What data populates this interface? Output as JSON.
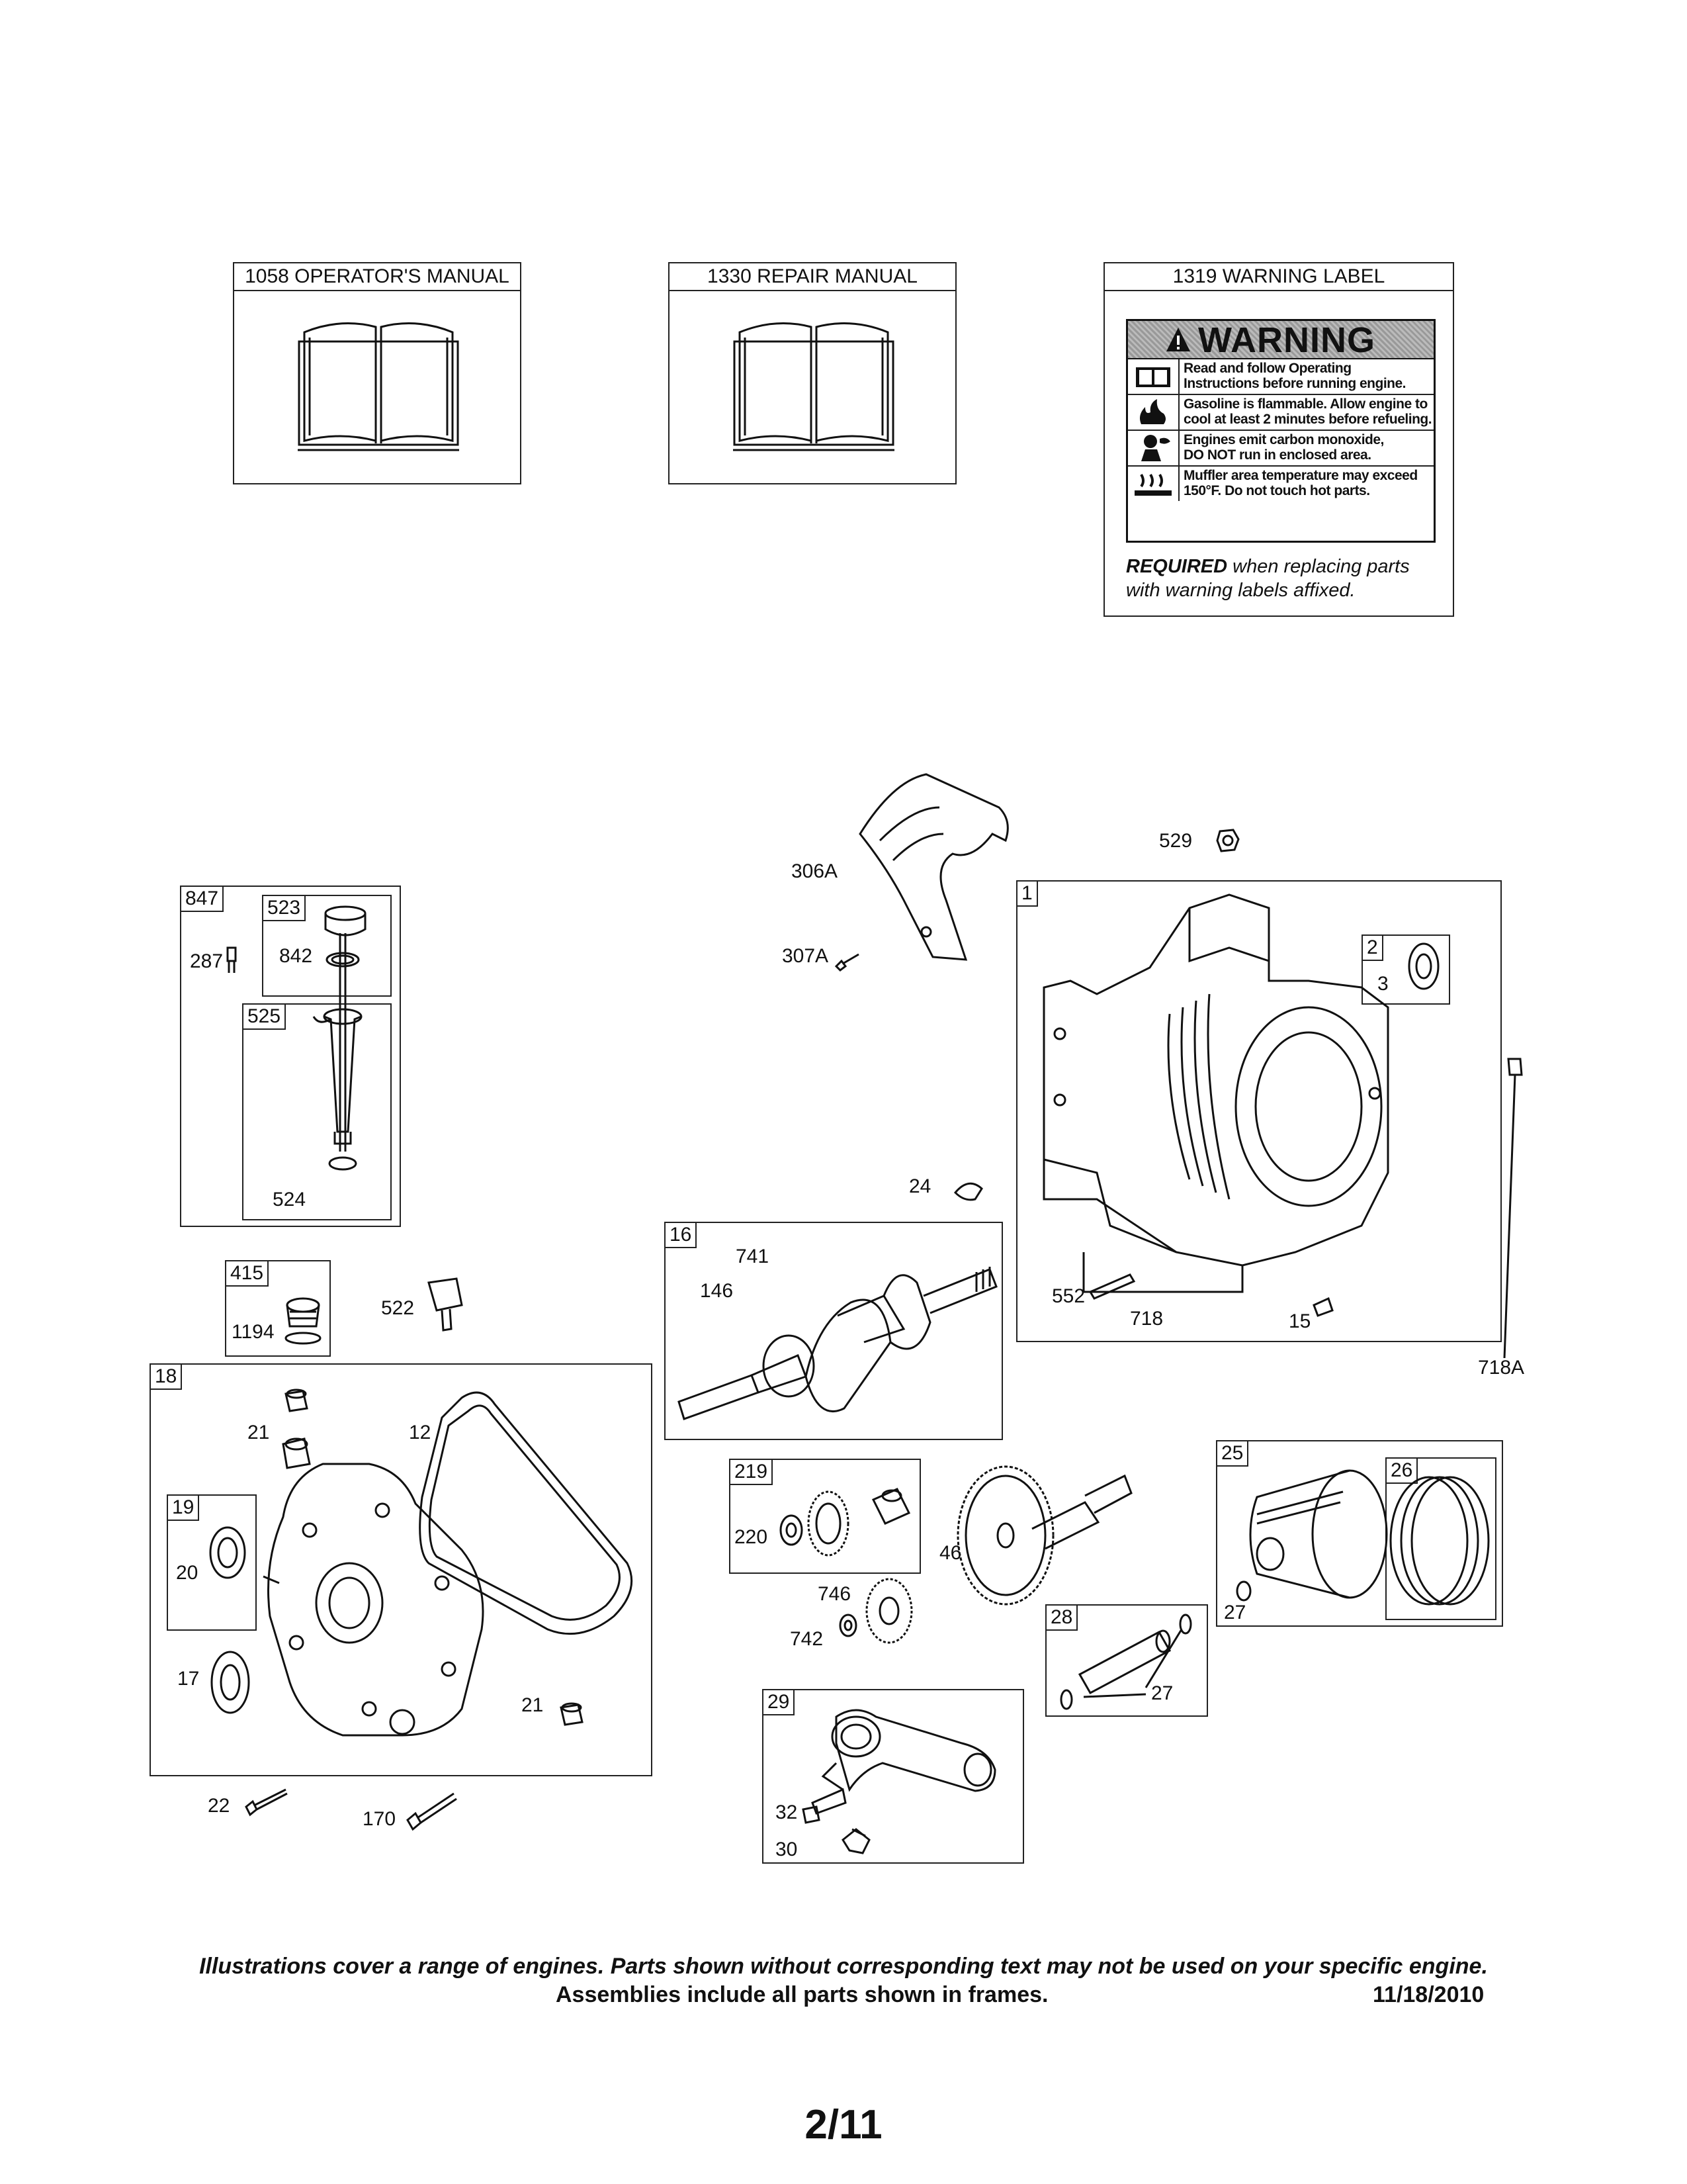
{
  "top_boxes": {
    "operators_manual": "1058 OPERATOR'S MANUAL",
    "repair_manual": "1330 REPAIR MANUAL",
    "warning_label": "1319 WARNING LABEL"
  },
  "warning": {
    "title": "WARNING",
    "rows": [
      [
        "Read and follow Operating",
        "Instructions before running engine."
      ],
      [
        "Gasoline is flammable. Allow engine to",
        "cool at least 2 minutes before refueling."
      ],
      [
        "Engines emit carbon monoxide,",
        "DO NOT run in enclosed area."
      ],
      [
        "Muffler area temperature may exceed",
        "150°F.  Do not touch hot parts."
      ]
    ],
    "required_bold": "REQUIRED",
    "required_rest": " when replacing parts",
    "required_line2": "with warning labels affixed."
  },
  "frames": {
    "f847": "847",
    "f523": "523",
    "f525": "525",
    "f415": "415",
    "f18": "18",
    "f19": "19",
    "f16": "16",
    "f1": "1",
    "f2": "2",
    "f219": "219",
    "f25": "25",
    "f26": "26",
    "f28": "28",
    "f29": "29"
  },
  "callouts": {
    "c287": "287",
    "c842": "842",
    "c524": "524",
    "c1194": "1194",
    "c522": "522",
    "c21a": "21",
    "c12": "12",
    "c20": "20",
    "c17": "17",
    "c21b": "21",
    "c22": "22",
    "c170": "170",
    "c306a": "306A",
    "c307a": "307A",
    "c529": "529",
    "c3": "3",
    "c24": "24",
    "c741": "741",
    "c146": "146",
    "c552": "552",
    "c718": "718",
    "c15": "15",
    "c718a": "718A",
    "c220": "220",
    "c46": "46",
    "c746": "746",
    "c742": "742",
    "c27a": "27",
    "c27b": "27",
    "c32": "32",
    "c30": "30"
  },
  "footer": {
    "line1": "Illustrations cover a range of engines. Parts shown without corresponding text may not be used on your specific engine.",
    "line2": "Assemblies include all parts shown in frames.",
    "date": "11/18/2010",
    "page": "2/11"
  }
}
